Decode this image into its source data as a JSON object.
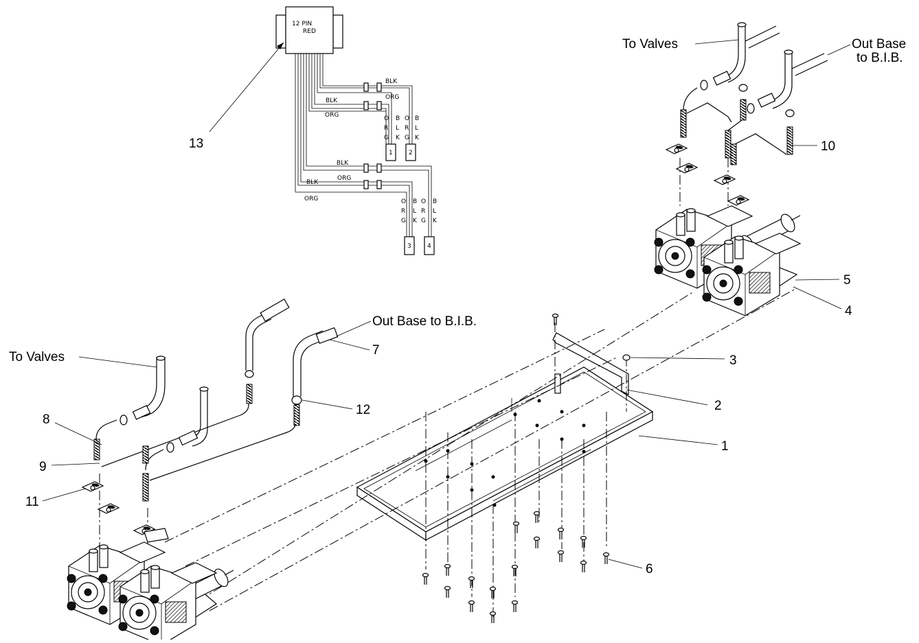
{
  "wiring_harness": {
    "connector_label_1": "12 PIN",
    "connector_label_2": "RED",
    "wire_blk": "BLK",
    "wire_org": "ORG",
    "pumps": [
      "1",
      "2",
      "3",
      "4"
    ],
    "vertical_org": [
      "O",
      "R",
      "G"
    ],
    "vertical_blk": [
      "B",
      "L",
      "K"
    ]
  },
  "callouts": {
    "to_valves": "To Valves",
    "out_base_bib": "Out Base to B.I.B.",
    "out_base_line1": "Out Base",
    "out_base_line2": "to B.I.B.",
    "items": [
      "1",
      "2",
      "3",
      "4",
      "5",
      "6",
      "7",
      "8",
      "9",
      "10",
      "11",
      "12",
      "13"
    ]
  }
}
